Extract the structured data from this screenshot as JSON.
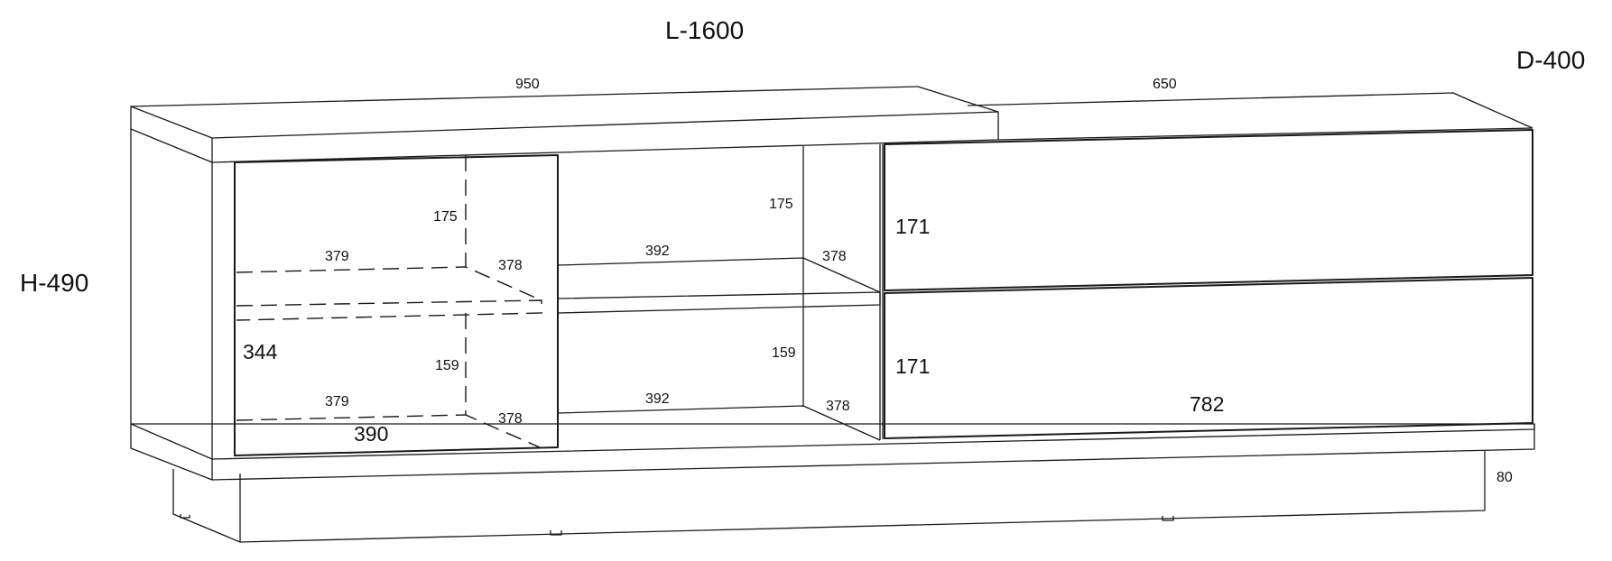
{
  "overall": {
    "length": "L-1600",
    "depth": "D-400",
    "height": "H-490"
  },
  "top": {
    "left_width": "950",
    "right_width": "650"
  },
  "plinth": {
    "height": "80"
  },
  "left_compartment": {
    "upper_height": "175",
    "shelf_width_front": "379",
    "shelf_depth": "378",
    "inner_height": "344",
    "lower_height": "159",
    "bottom_width_front": "379",
    "bottom_depth": "378",
    "door_width": "390"
  },
  "middle_compartment": {
    "upper_height": "175",
    "shelf_width": "392",
    "shelf_depth": "378",
    "lower_height": "159",
    "bottom_width": "392",
    "bottom_depth": "378"
  },
  "drawers": {
    "top_height": "171",
    "bottom_height": "171",
    "width": "782"
  }
}
